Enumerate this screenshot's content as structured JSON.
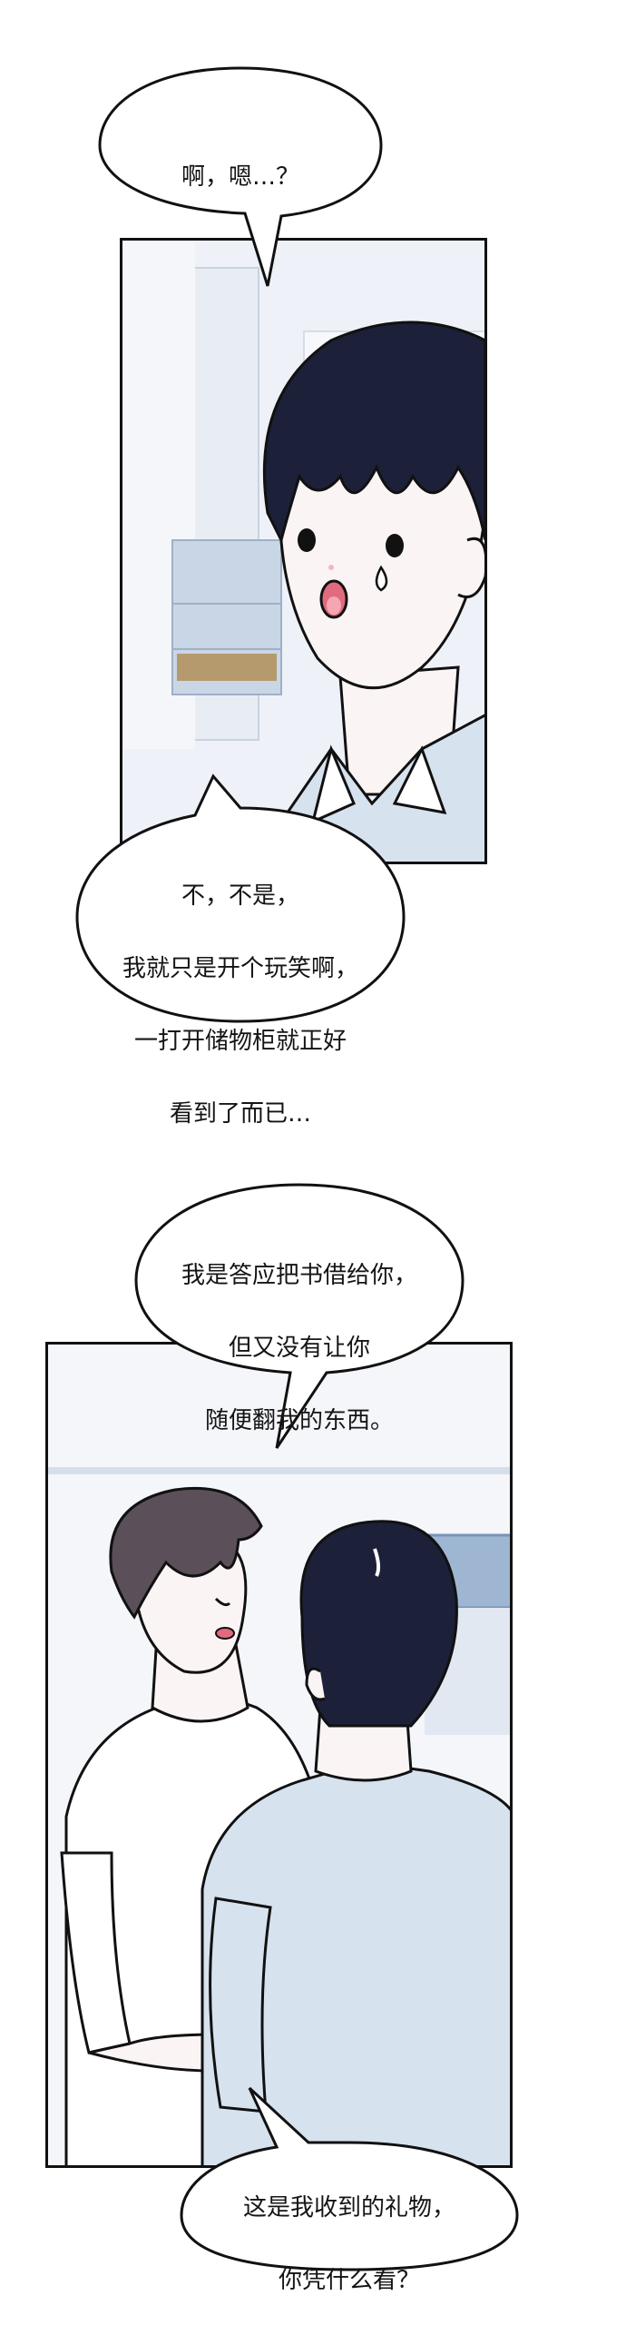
{
  "panels": [
    {
      "name": "panel-1",
      "bubbles": [
        {
          "lines": [
            "啊，嗯…？"
          ]
        },
        {
          "lines": [
            "不，不是，",
            "我就只是开个玩笑啊，",
            "一打开储物柜就正好",
            "看到了而已…"
          ]
        }
      ]
    },
    {
      "name": "panel-2",
      "bubbles": [
        {
          "lines": [
            "我是答应把书借给你，",
            "但又没有让你",
            "随便翻我的东西。"
          ]
        },
        {
          "lines": [
            "这是我收到的礼物，",
            "你凭什么看？"
          ]
        }
      ]
    }
  ],
  "colors": {
    "outline": "#111111",
    "hair": "#1c2038",
    "skin": "#fbf4f4",
    "shirt_blue": "#d7e2ef",
    "shirt_white": "#ffffff",
    "hair_brown": "#5b4f5a"
  }
}
